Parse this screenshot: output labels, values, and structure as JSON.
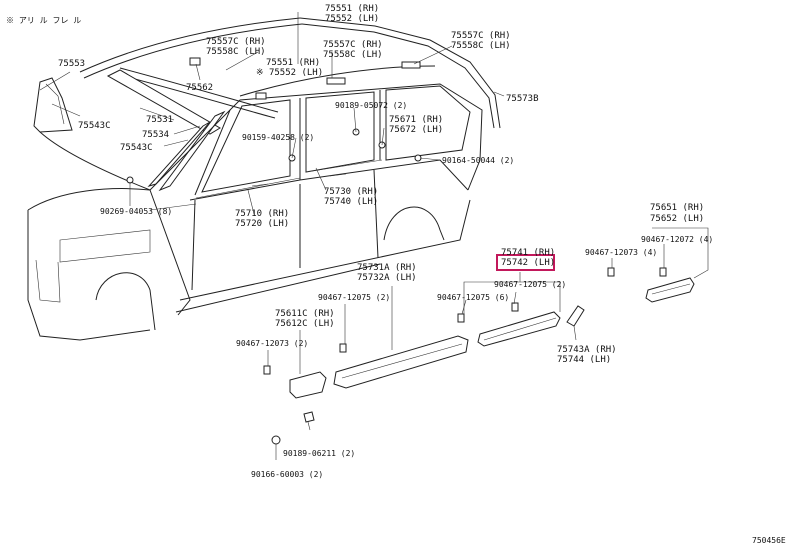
{
  "header_note": "※ アリ ル フレ ル",
  "diagram_code": "750456E",
  "highlight": {
    "part_number": "75742 (LH)",
    "color": "#c2185b"
  },
  "labels": {
    "p75551_rh": "75551 (RH)",
    "p75552_lh": "75552 (LH)",
    "p75557c_rh_a": "75557C (RH)",
    "p75558c_lh_a": "75558C (LH)",
    "p75557c_rh_b": "75557C (RH)",
    "p75558c_lh_b": "75558C (LH)",
    "p75557c_rh_c": "75557C (RH)",
    "p75558c_lh_c": "75558C (LH)",
    "p75551_rh_b": "75551 (RH)",
    "p75552_lh_b": "※ 75552 (LH)",
    "p75553": "75553",
    "p75562": "75562",
    "p75573b": "75573B",
    "p75531": "75531",
    "p75543c_a": "75543C",
    "p75534": "75534",
    "p75543c_b": "75543C",
    "p90189_05072": "90189-05072 (2)",
    "p90159_40258": "90159-40258 (2)",
    "p75671_rh": "75671 (RH)",
    "p75672_lh": "75672 (LH)",
    "p90164_50044": "90164-50044 (2)",
    "p75730_rh": "75730 (RH)",
    "p75740_lh": "75740 (LH)",
    "p90269_04053": "90269-04053 (8)",
    "p75710_rh": "75710 (RH)",
    "p75720_lh": "75720 (LH)",
    "p75651_rh": "75651 (RH)",
    "p75652_lh": "75652 (LH)",
    "p90467_12073_4": "90467-12073 (4)",
    "p90467_12072_4": "90467-12072 (4)",
    "p75741_rh": "75741 (RH)",
    "p75742_lh": "75742 (LH)",
    "p75731a_rh": "75731A (RH)",
    "p75732a_lh": "75732A (LH)",
    "p90467_12075_2a": "90467-12075 (2)",
    "p90467_12075_2b": "90467-12075 (2)",
    "p90467_12075_6": "90467-12075 (6)",
    "p75611c_rh": "75611C (RH)",
    "p75612c_lh": "75612C (LH)",
    "p90467_12073_2": "90467-12073 (2)",
    "p75743a_rh": "75743A (RH)",
    "p75744_lh": "75744 (LH)",
    "p90189_06211": "90189-06211 (2)",
    "p90166_60003": "90166-60003 (2)"
  }
}
